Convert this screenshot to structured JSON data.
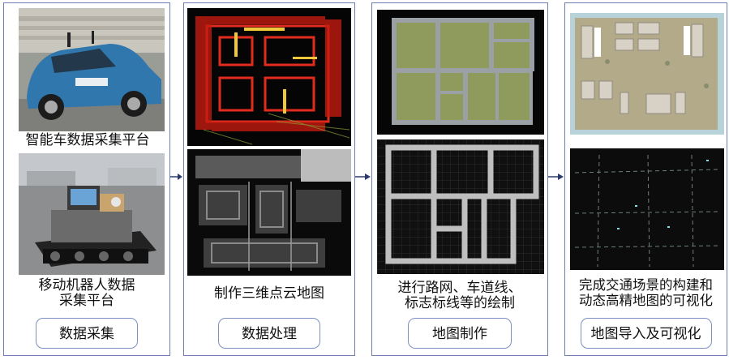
{
  "stages": [
    {
      "captions": [
        "智能车数据采集平台",
        "移动机器人数据\n采集平台"
      ],
      "button": "数据采集"
    },
    {
      "captions": [
        "制作三维点云地图"
      ],
      "button": "数据处理"
    },
    {
      "captions": [
        "进行路网、车道线、\n标志标线等的绘制"
      ],
      "button": "地图制作"
    },
    {
      "captions": [
        "完成交通场景的构建和\n动态高精地图的可视化"
      ],
      "button": "地图导入及可视化"
    }
  ],
  "colors": {
    "border": "#6e7fb5",
    "button_border": "#7d8fc4",
    "arrow": "#2a3a6b"
  }
}
